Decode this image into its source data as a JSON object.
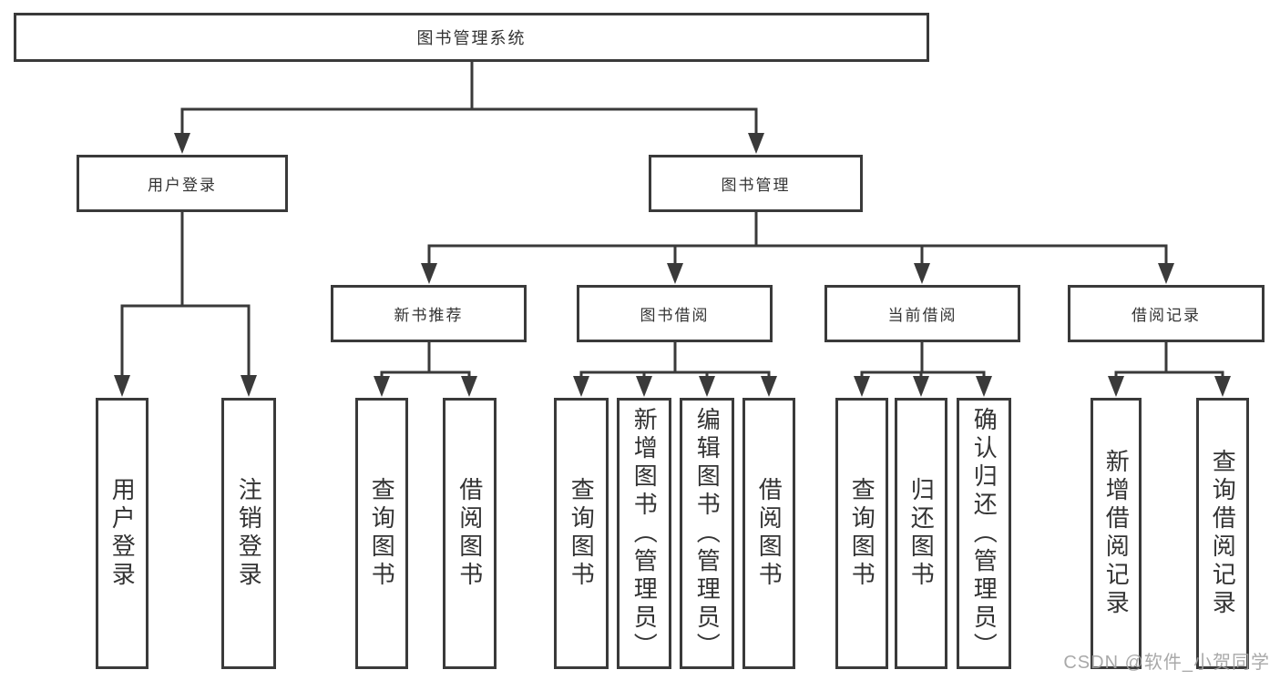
{
  "diagram_type": "hierarchy-tree",
  "colors": {
    "line": "#3a3a3a",
    "box_border": "#3a3a3a",
    "text": "#333333",
    "background": "#ffffff",
    "watermark": "#a6a6a6"
  },
  "tree": {
    "label": "图书管理系统",
    "children": [
      {
        "label": "用户登录",
        "children": [
          {
            "label": "用户登录"
          },
          {
            "label": "注销登录"
          }
        ]
      },
      {
        "label": "图书管理",
        "children": [
          {
            "label": "新书推荐",
            "children": [
              {
                "label": "查询图书"
              },
              {
                "label": "借阅图书"
              }
            ]
          },
          {
            "label": "图书借阅",
            "children": [
              {
                "label": "查询图书"
              },
              {
                "label": "新增图书（管理员）"
              },
              {
                "label": "编辑图书（管理员）"
              },
              {
                "label": "借阅图书"
              }
            ]
          },
          {
            "label": "当前借阅",
            "children": [
              {
                "label": "查询图书"
              },
              {
                "label": "归还图书"
              },
              {
                "label": "确认归还（管理员）"
              }
            ]
          },
          {
            "label": "借阅记录",
            "children": [
              {
                "label": "新增借阅记录"
              },
              {
                "label": "查询借阅记录"
              }
            ]
          }
        ]
      }
    ]
  },
  "watermark": "CSDN @软件_小贺同学"
}
